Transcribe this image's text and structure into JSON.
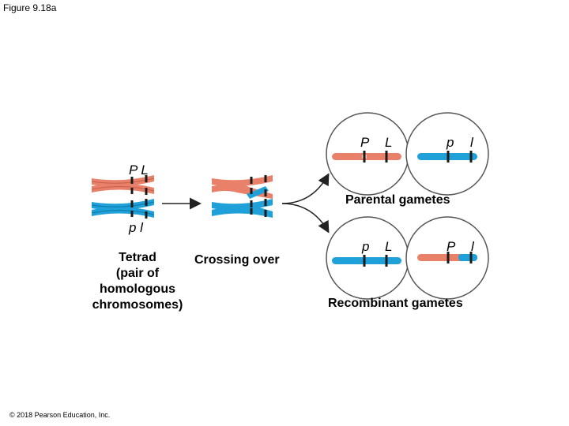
{
  "figure_label": "Figure 9.18a",
  "copyright": "© 2018 Pearson Education, Inc.",
  "alleles": {
    "tetrad_top": "P L",
    "tetrad_bottom": "p l",
    "parental_1": [
      "P",
      "L"
    ],
    "parental_2": [
      "p",
      "l"
    ],
    "recombinant_1": [
      "p",
      "L"
    ],
    "recombinant_2": [
      "P",
      "l"
    ]
  },
  "labels": {
    "tetrad": [
      "Tetrad",
      "(pair of",
      "homologous",
      "chromosomes)"
    ],
    "crossing_over": "Crossing over",
    "parental_gametes": "Parental gametes",
    "recombinant_gametes": "Recombinant gametes"
  },
  "colors": {
    "salmon": "#e8806a",
    "blue": "#1fa0d8",
    "band": "#1a1a1a",
    "circle": "#555555"
  }
}
